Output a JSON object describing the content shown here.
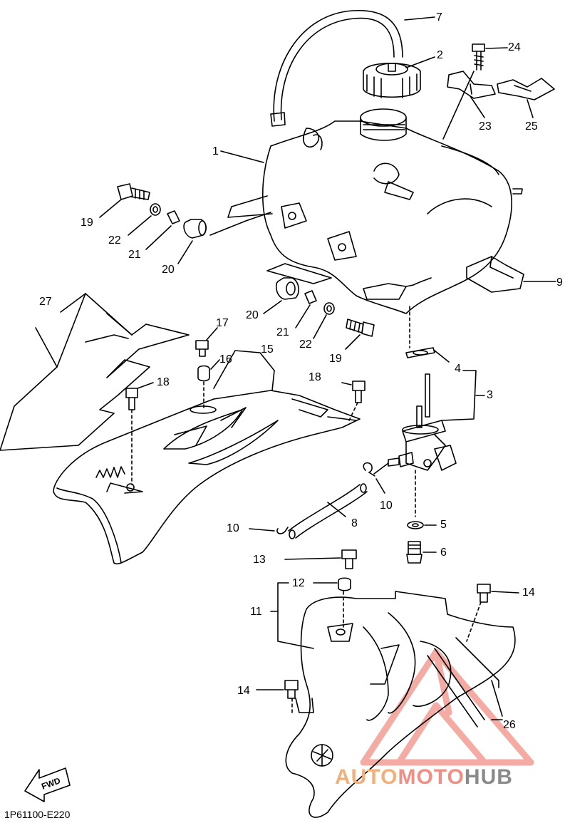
{
  "diagram": {
    "code": "1P61100-E220",
    "fwd_label": "FWD",
    "callouts": [
      {
        "id": "c7",
        "label": "7"
      },
      {
        "id": "c2",
        "label": "2"
      },
      {
        "id": "c24",
        "label": "24"
      },
      {
        "id": "c23",
        "label": "23"
      },
      {
        "id": "c25",
        "label": "25"
      },
      {
        "id": "c1",
        "label": "1"
      },
      {
        "id": "c19a",
        "label": "19"
      },
      {
        "id": "c22a",
        "label": "22"
      },
      {
        "id": "c21a",
        "label": "21"
      },
      {
        "id": "c20a",
        "label": "20"
      },
      {
        "id": "c9",
        "label": "9"
      },
      {
        "id": "c27",
        "label": "27"
      },
      {
        "id": "c20b",
        "label": "20"
      },
      {
        "id": "c21b",
        "label": "21"
      },
      {
        "id": "c22b",
        "label": "22"
      },
      {
        "id": "c19b",
        "label": "19"
      },
      {
        "id": "c17",
        "label": "17"
      },
      {
        "id": "c16",
        "label": "16"
      },
      {
        "id": "c15",
        "label": "15"
      },
      {
        "id": "c18a",
        "label": "18"
      },
      {
        "id": "c18b",
        "label": "18"
      },
      {
        "id": "c4",
        "label": "4"
      },
      {
        "id": "c3",
        "label": "3"
      },
      {
        "id": "c10a",
        "label": "10"
      },
      {
        "id": "c8",
        "label": "8"
      },
      {
        "id": "c10b",
        "label": "10"
      },
      {
        "id": "c5",
        "label": "5"
      },
      {
        "id": "c6",
        "label": "6"
      },
      {
        "id": "c13",
        "label": "13"
      },
      {
        "id": "c12",
        "label": "12"
      },
      {
        "id": "c11",
        "label": "11"
      },
      {
        "id": "c14a",
        "label": "14"
      },
      {
        "id": "c14b",
        "label": "14"
      },
      {
        "id": "c26",
        "label": "26"
      }
    ]
  },
  "watermark": {
    "part1": "AUTO",
    "part2": "MOTO",
    "part3": "HUB",
    "color_auto": "#f1b07a",
    "color_moto": "#f08f86",
    "color_hub": "#8a8a8a"
  }
}
